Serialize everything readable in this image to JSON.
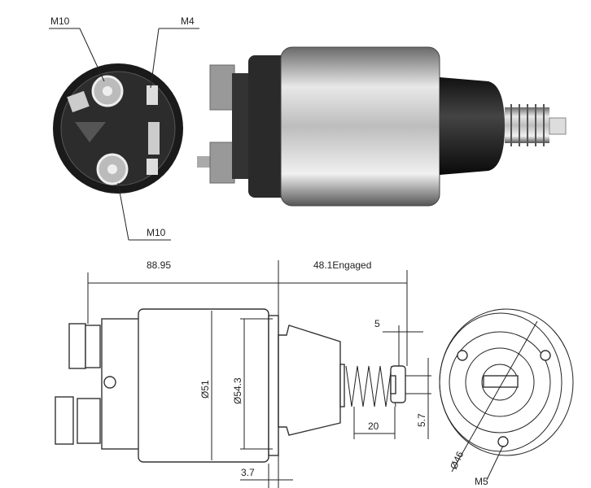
{
  "photo_labels": {
    "top_left": "M10",
    "top_right": "M4",
    "bottom": "M10"
  },
  "dimensions": {
    "overall_length": "88.95",
    "engaged_travel": "48.1Engaged",
    "plunger_tip": "5",
    "body_diameter": "Ø51",
    "flange_diameter": "Ø54.3",
    "plunger_diameter": "5.7",
    "spring_length": "20",
    "flange_thickness": "3.7",
    "bolt_circle": "Ø46",
    "mount_thread": "M5"
  }
}
